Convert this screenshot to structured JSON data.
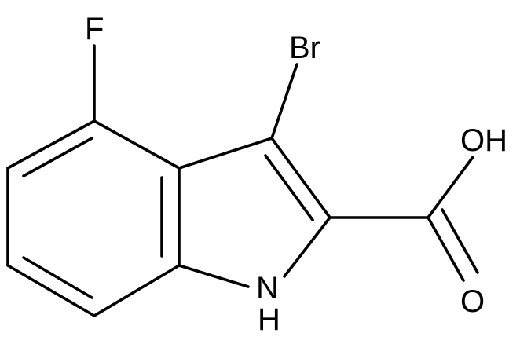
{
  "molecule": {
    "atoms": {
      "fluorine": "F",
      "bromine": "Br",
      "hydroxyl": "OH",
      "carbonyl_oxygen": "O",
      "nitrogen_top": "N",
      "nitrogen_h": "H"
    },
    "colors": {
      "bond": "#000000",
      "label": "#000000",
      "background": "#ffffff"
    }
  }
}
